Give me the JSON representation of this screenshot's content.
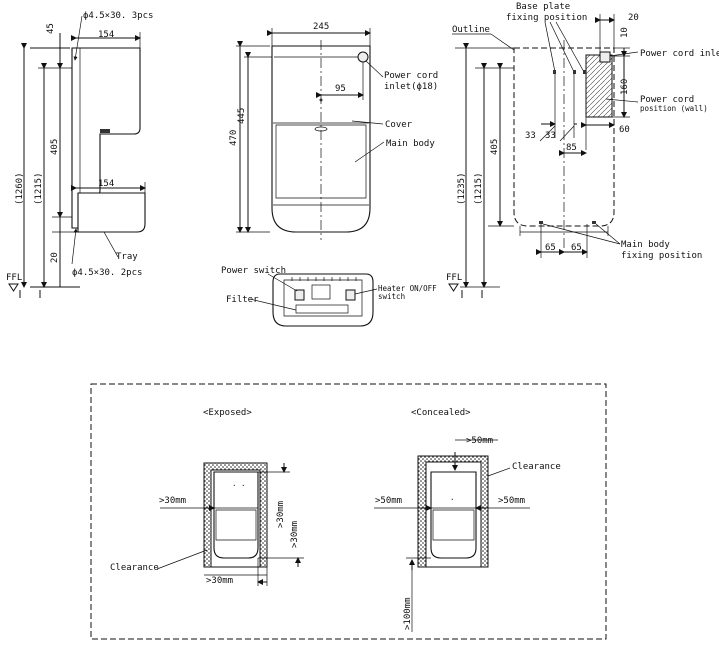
{
  "side": {
    "holes_top": "ϕ4.5×30. 3pcs",
    "d45": "45",
    "d154_top": "154",
    "d405": "405",
    "d1260": "(1260)",
    "d1215": "(1215)",
    "d154_mid": "154",
    "d20": "20",
    "tray": "Tray",
    "holes_bottom": "ϕ4.5×30. 2pcs",
    "ffl": "FFL"
  },
  "front": {
    "d245": "245",
    "d470": "470",
    "d445": "445",
    "d95": "95",
    "power_cord_inlet": "Power cord",
    "power_cord_inlet2": "inlet(ϕ18)",
    "cover": "Cover",
    "main_body": "Main body"
  },
  "bottom": {
    "power_switch": "Power switch",
    "filter": "Filter",
    "heater": "Heater ON/OFF",
    "heater2": "switch"
  },
  "rear": {
    "base_plate": "Base plate",
    "base_plate2": "fixing position",
    "outline": "Outline",
    "d20": "20",
    "d10": "10",
    "power_cord_inlet": "Power cord inlet",
    "d160": "160",
    "power_cord_position": "Power cord",
    "power_cord_position2": "position (wall)",
    "d60": "60",
    "d33a": "33",
    "d33b": "33",
    "d85": "85",
    "d405": "405",
    "d1235": "(1235)",
    "d1215": "(1215)",
    "d65a": "65",
    "d65b": "65",
    "main_body_fix": "Main body",
    "main_body_fix2": "fixing position",
    "ffl": "FFL"
  },
  "clearance": {
    "exposed_title": "<Exposed>",
    "concealed_title": "<Concealed>",
    "exp_left": ">30mm",
    "exp_right": ">30mm",
    "exp_right2": ">30mm",
    "exp_bottom": ">30mm",
    "exp_clearance": "Clearance",
    "con_top": ">50mm",
    "con_left": ">50mm",
    "con_right": ">50mm",
    "con_clearance": "Clearance",
    "con_bottom": ">100mm"
  }
}
